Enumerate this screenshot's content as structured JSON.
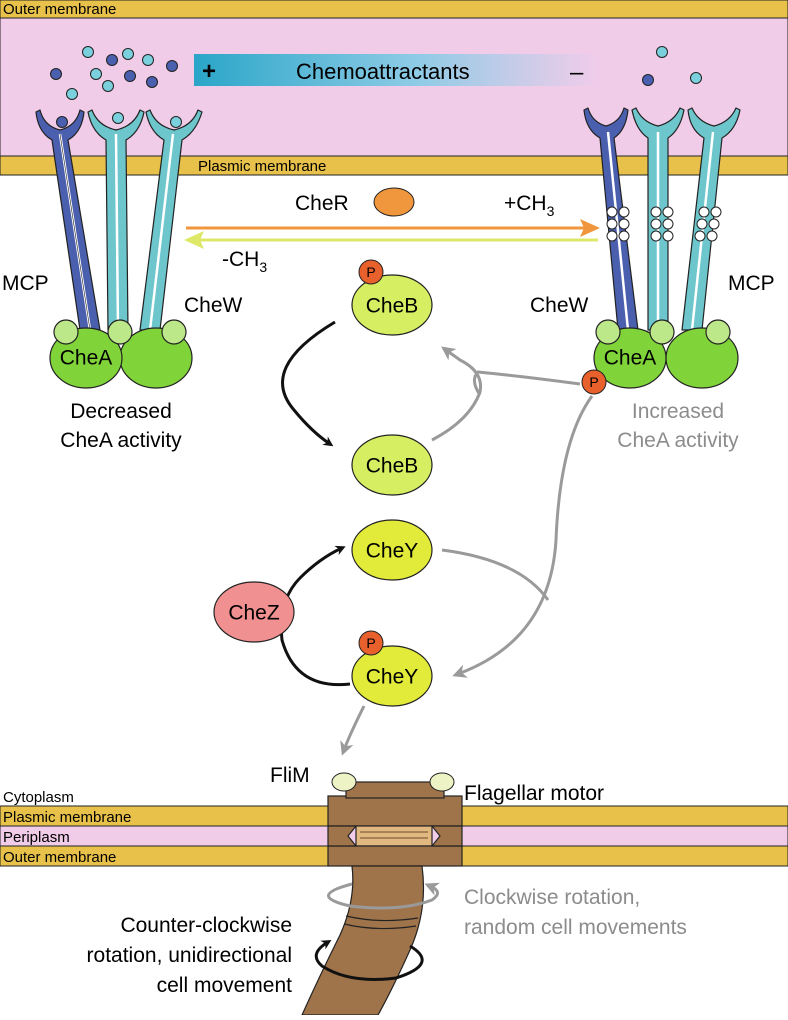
{
  "membranes": {
    "outer_top": "Outer membrane",
    "plasmic_top": "Plasmic membrane",
    "cytoplasm": "Cytoplasm",
    "plasmic_bottom": "Plasmic membrane",
    "periplasm": "Periplasm",
    "outer_bottom": "Outer membrane"
  },
  "gradient": {
    "plus": "+",
    "label": "Chemoattractants",
    "minus": "–"
  },
  "left_complex": {
    "mcp": "MCP",
    "chew": "CheW",
    "chea": "CheA",
    "state_line1": "Decreased",
    "state_line2": "CheA activity"
  },
  "right_complex": {
    "mcp": "MCP",
    "chew": "CheW",
    "chea": "CheA",
    "state_line1": "Increased",
    "state_line2": "CheA activity"
  },
  "methylation": {
    "cher": "CheR",
    "add": "+CH",
    "add_sub": "3",
    "remove": "-CH",
    "remove_sub": "3"
  },
  "proteins": {
    "cheb_p": "CheB",
    "cheb": "CheB",
    "chey": "CheY",
    "chey_p": "CheY",
    "chez": "CheZ",
    "phospho": "P"
  },
  "motor": {
    "flim": "FliM",
    "label": "Flagellar motor",
    "ccw_line1": "Counter-clockwise",
    "ccw_line2": "rotation, unidirectional",
    "ccw_line3": "cell movement",
    "cw_line1": "Clockwise rotation,",
    "cw_line2": "random cell movements"
  },
  "colors": {
    "membrane_gold": "#e8c14a",
    "periplasm_pink": "#f0cce8",
    "mcp_dark": "#4a5fae",
    "mcp_light": "#6cc6cc",
    "chea_green": "#80d43a",
    "chew_lightgreen": "#bde88a",
    "cheb_green": "#d6ee62",
    "chey_yellow": "#e2ea3a",
    "chez_pink": "#f09090",
    "phospho_red": "#e8602c",
    "cher_orange": "#f0963c",
    "motor_brown": "#a0744a",
    "arrow_gray": "#9a9a9a"
  }
}
